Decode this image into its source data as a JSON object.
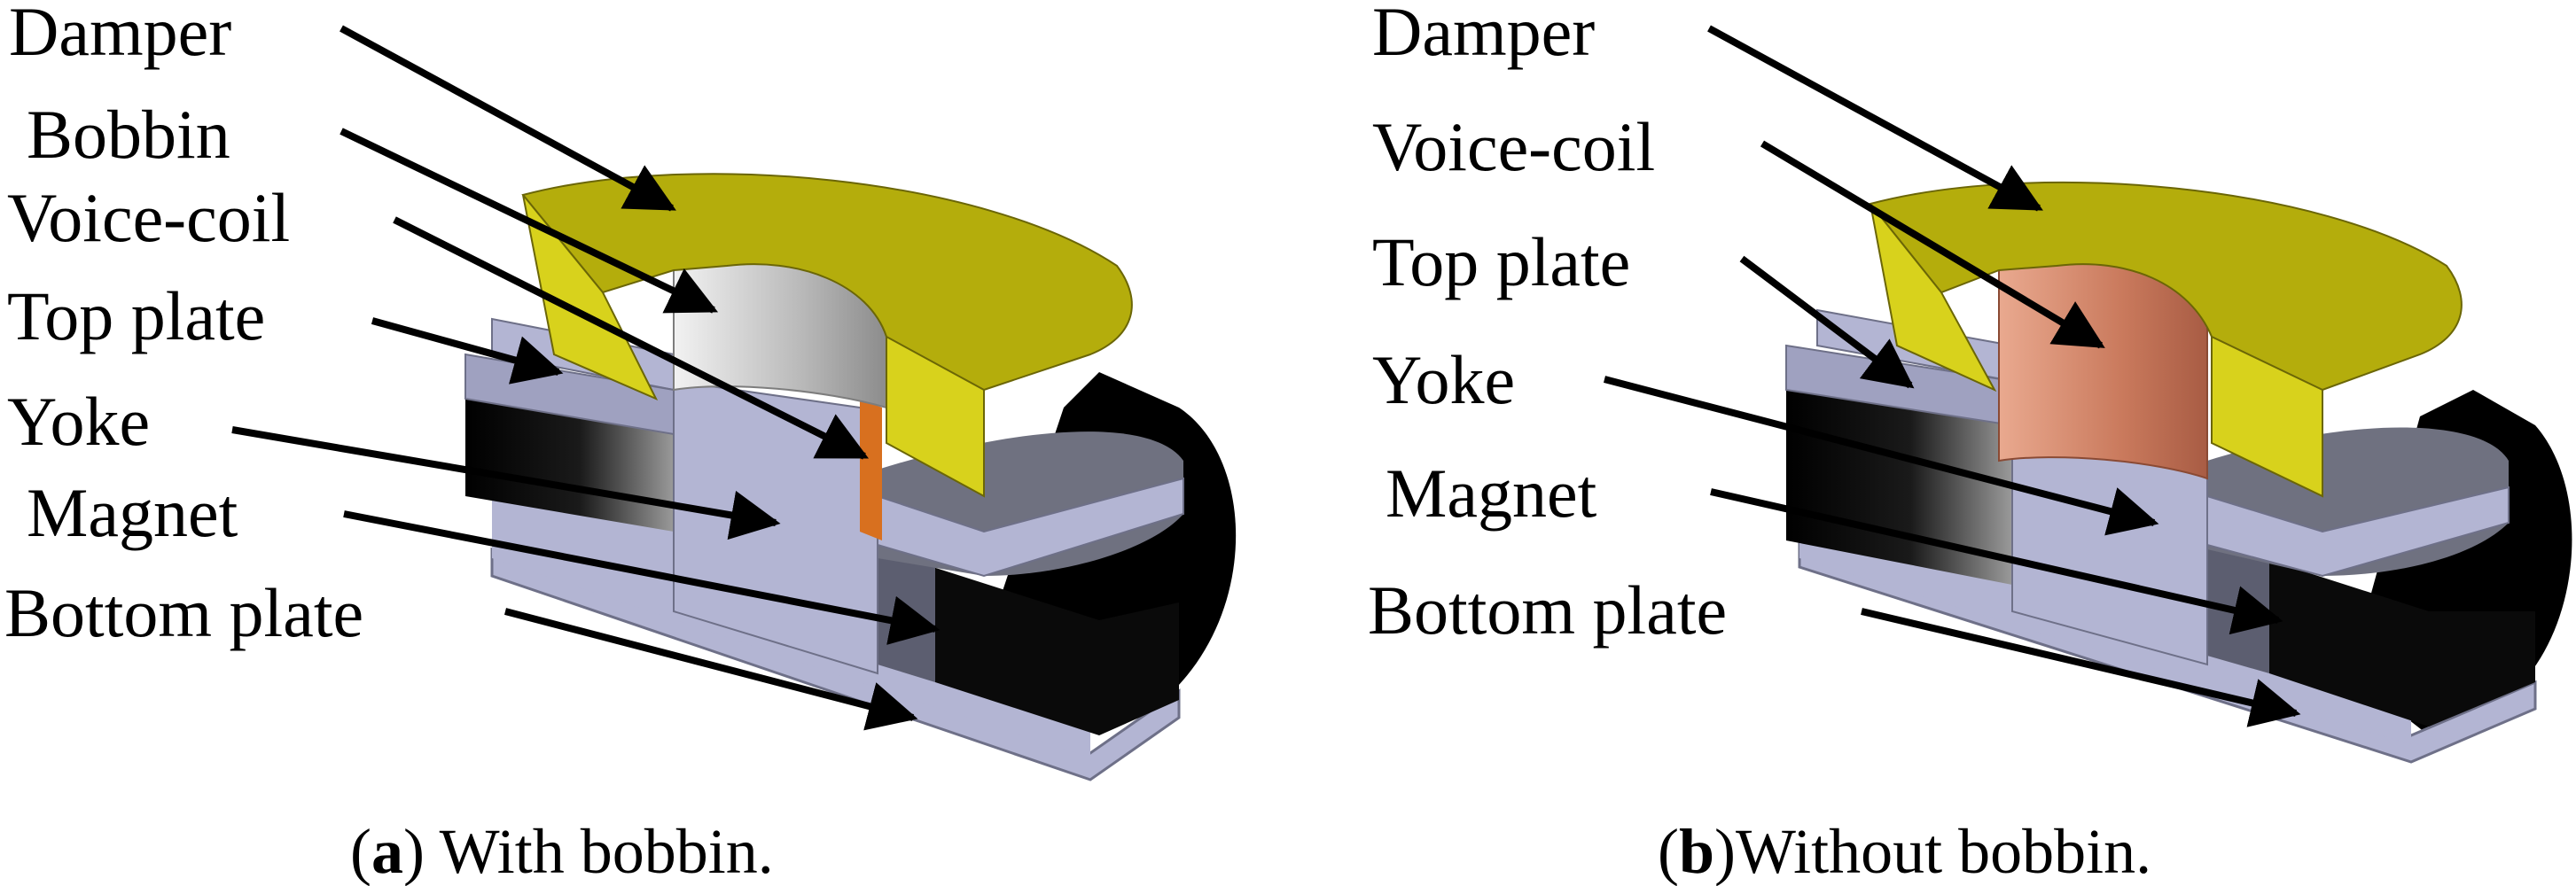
{
  "panels": [
    {
      "labels": {
        "damper": "Damper",
        "bobbin": "Bobbin",
        "voice_coil": "Voice-coil",
        "top_plate": "Top plate",
        "yoke": "Yoke",
        "magnet": "Magnet",
        "bottom_plate": "Bottom plate"
      },
      "caption": {
        "letter": "a",
        "open": "(",
        "close": ")",
        "text": " With bobbin."
      }
    },
    {
      "labels": {
        "damper": "Damper",
        "voice_coil": "Voice-coil",
        "top_plate": "Top plate",
        "yoke": "Yoke",
        "magnet": "Magnet",
        "bottom_plate": "Bottom plate"
      },
      "caption": {
        "letter": "b",
        "open": "(",
        "close": ")",
        "text": "Without bobbin."
      }
    }
  ],
  "colors": {
    "damper": "#b4ad0c",
    "damper_side": "#d8d21c",
    "bobbin": "#c9c9c9",
    "voice_coil_a": "#d8701f",
    "voice_coil_b": "#d4876d",
    "plate": "#b3b5d3",
    "plate_dark": "#6e7088",
    "magnet": "#000000"
  }
}
